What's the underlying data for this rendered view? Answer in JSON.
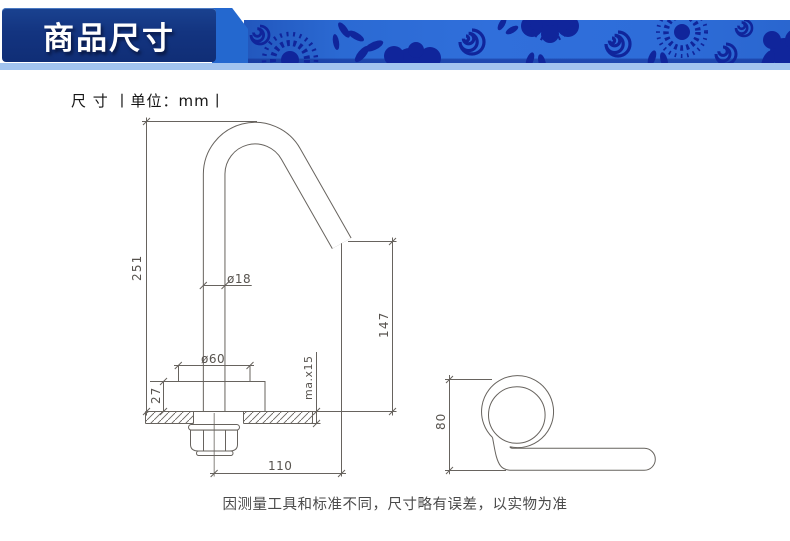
{
  "header": {
    "title": "商品尺寸"
  },
  "subtitle": {
    "label": "尺 寸 丨单位：mm丨"
  },
  "drawing": {
    "unit": "mm",
    "dims": {
      "total_height": "251",
      "spout_diameter": "ø18",
      "spout_drop": "147",
      "base_diameter": "ø60",
      "base_height": "27",
      "deck_thickness": "ma.x15",
      "spout_reach": "110",
      "handle_height": "80"
    }
  },
  "footer": {
    "note": "因测量工具和标准不同，尺寸略有误差，以实物为准"
  },
  "colors": {
    "banner_navy": "#133480",
    "banner_blue": "#2b6ad3",
    "strip_blue": "#a2c4ef",
    "line_gray": "#67635e"
  }
}
